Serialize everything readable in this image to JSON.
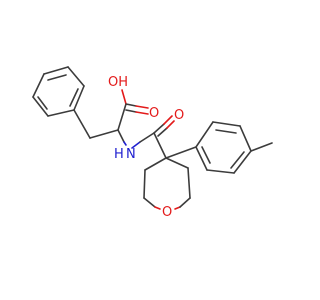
{
  "molecule": {
    "atom_labels": {
      "acid_hydroxyl": "OH",
      "acid_carbonyl_oxygen": "O",
      "amide_nitrogen": "N",
      "amide_hydrogen": "H",
      "amide_carbonyl_oxygen": "O",
      "ring_oxygen": "O"
    },
    "colors": {
      "bond": "#3c3c3c",
      "oxygen": "#e31a1a",
      "nitrogen": "#2020d0",
      "background": "#ffffff"
    }
  }
}
